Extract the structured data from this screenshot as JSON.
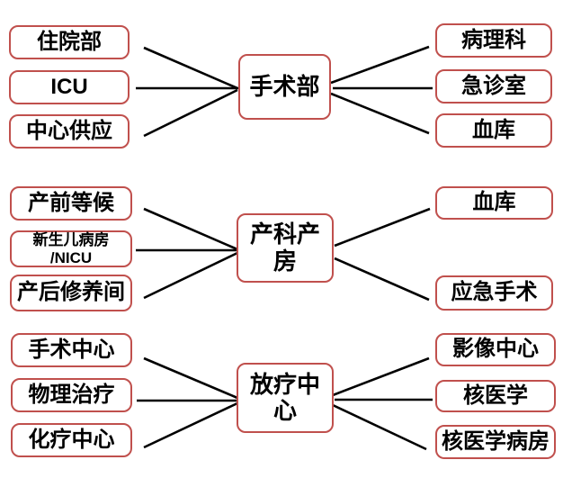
{
  "colors": {
    "box_border": "#C0504D",
    "connector": "#000000",
    "box_fill": "#FFFFFF",
    "text": "#000000"
  },
  "clusters": [
    {
      "center": {
        "label": "手术部"
      },
      "left": [
        {
          "label": "住院部"
        },
        {
          "label": "ICU"
        },
        {
          "label": "中心供应"
        }
      ],
      "right": [
        {
          "label": "病理科"
        },
        {
          "label": "急诊室"
        },
        {
          "label": "血库"
        }
      ]
    },
    {
      "center": {
        "label": "产科产\n房"
      },
      "left": [
        {
          "label": "产前等候"
        },
        {
          "label": "新生儿病房\n/NICU"
        },
        {
          "label": "产后修养间"
        }
      ],
      "right": [
        {
          "label": "血库"
        },
        {
          "label": "应急手术"
        }
      ]
    },
    {
      "center": {
        "label": "放疗中\n心"
      },
      "left": [
        {
          "label": "手术中心"
        },
        {
          "label": "物理治疗"
        },
        {
          "label": "化疗中心"
        }
      ],
      "right": [
        {
          "label": "影像中心"
        },
        {
          "label": "核医学"
        },
        {
          "label": "核医学病房"
        }
      ]
    }
  ]
}
